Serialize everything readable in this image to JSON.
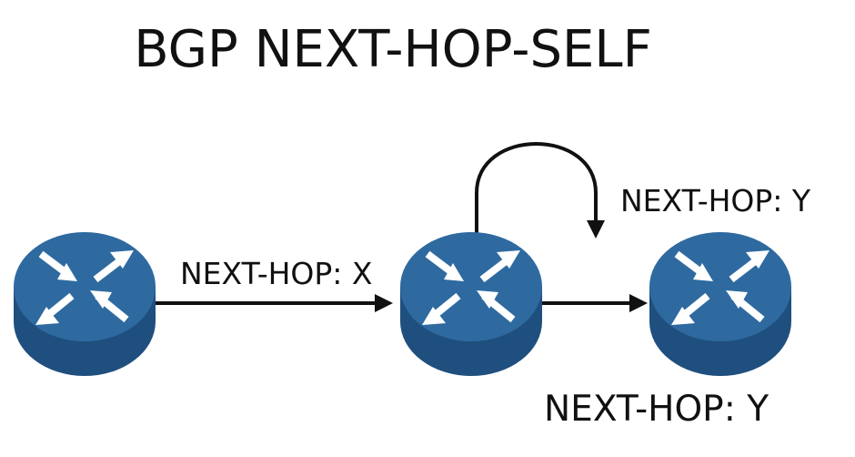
{
  "title": "BGP NEXT-HOP-SELF",
  "routers": [
    {
      "name": "router-left"
    },
    {
      "name": "router-middle"
    },
    {
      "name": "router-right"
    }
  ],
  "labels": {
    "left_link": "NEXT-HOP: X",
    "loop": "NEXT-HOP: Y",
    "right_link": "NEXT-HOP: Y"
  },
  "colors": {
    "router_top": "#2e6aa0",
    "router_side": "#1f4f7e",
    "router_arrows": "#ffffff",
    "lines": "#111111",
    "text": "#111111"
  },
  "icons": {
    "router": "router-icon",
    "arrows": "four-arrows-converging-icon"
  }
}
